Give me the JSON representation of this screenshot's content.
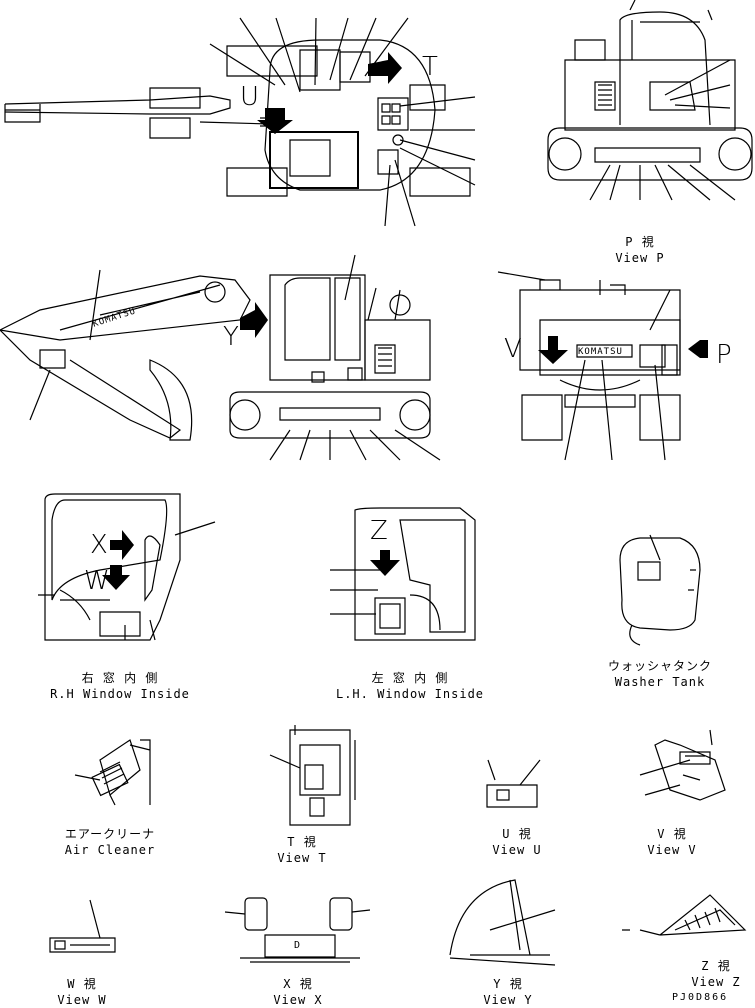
{
  "letters": {
    "u": "U",
    "t": "T",
    "y": "Y",
    "v": "V",
    "p": "P",
    "x": "X",
    "w": "W",
    "z": "Z"
  },
  "badge": {
    "logo_text": "KOMATSU",
    "block_letter": "D"
  },
  "captions": {
    "view_p": {
      "jp": "P 視",
      "en": "View P"
    },
    "rh_window": {
      "jp": "右 窓 内 側",
      "en": "R.H Window Inside"
    },
    "lh_window": {
      "jp": "左 窓 内 側",
      "en": "L.H. Window Inside"
    },
    "washer_tank": {
      "jp": "ウォッシャタンク",
      "en": "Washer Tank"
    },
    "air_cleaner": {
      "jp": "エアークリーナ",
      "en": "Air Cleaner"
    },
    "view_t": {
      "jp": "T 視",
      "en": "View T"
    },
    "view_u": {
      "jp": "U 視",
      "en": "View U"
    },
    "view_v": {
      "jp": "V 視",
      "en": "View V"
    },
    "view_w": {
      "jp": "W 視",
      "en": "View W"
    },
    "view_x": {
      "jp": "X 視",
      "en": "View X"
    },
    "view_y": {
      "jp": "Y 視",
      "en": "View Y"
    },
    "view_z": {
      "jp": "Z 視",
      "en": "View Z"
    }
  },
  "drawing_code": "PJ0D866"
}
